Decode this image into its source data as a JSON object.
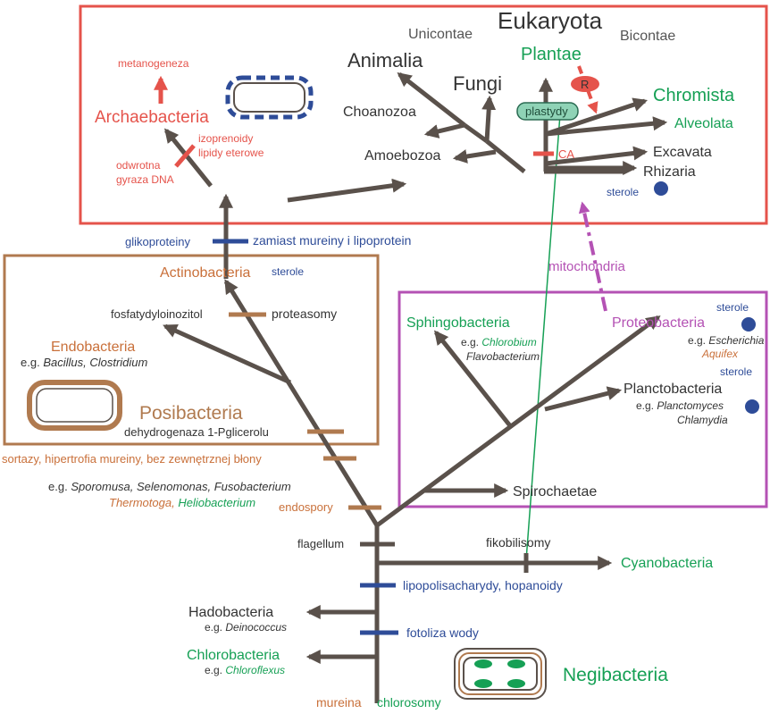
{
  "colors": {
    "branch": "#5a514b",
    "red": "#e5534b",
    "orange": "#c9703a",
    "tan": "#b07a4f",
    "green": "#16a055",
    "blue": "#2e4c98",
    "purple": "#b452b4",
    "dark": "#333333",
    "gray": "#555555"
  },
  "eukaryota": {
    "title": "Eukaryota",
    "unicontae": "Unicontae",
    "bicontae": "Bicontae",
    "animalia": "Animalia",
    "fungi": "Fungi",
    "choanozoa": "Choanozoa",
    "amoebozoa": "Amoebozoa",
    "plantae": "Plantae",
    "plastydy": "plastydy",
    "r_label": "R",
    "chromista": "Chromista",
    "alveolata": "Alveolata",
    "excavata": "Excavata",
    "rhizaria": "Rhizaria",
    "ca": "CA",
    "sterole": "sterole"
  },
  "archaea": {
    "metanogeneza": "metanogeneza",
    "title": "Archaebacteria",
    "izoprenoidy": "izoprenoidy",
    "lipidy": "lipidy eterowe",
    "odwrotna": "odwrotna",
    "gyraza": "gyraza DNA"
  },
  "links": {
    "glikoproteiny": "glikoproteiny",
    "zamiast": "zamiast mureiny i lipoprotein",
    "mitochondria": "mitochondria"
  },
  "posibacteria": {
    "actinobacteria": "Actinobacteria",
    "sterole": "sterole",
    "fosfatydylo": "fosfatydyloinozitol",
    "proteasomy": "proteasomy",
    "endobacteria": "Endobacteria",
    "eg": "e.g.",
    "bacillus": "Bacillus, Clostridium",
    "title": "Posibacteria",
    "dehydrogenaza": "dehydrogenaza 1-Pglicerolu",
    "sortazy": "sortazy, hipertrofia mureiny, bez zewnętrznej błony",
    "sporomusa": "Sporomusa, Selenomonas, Fusobacterium",
    "thermotoga": "Thermotoga,",
    "heliobacterium": "Heliobacterium",
    "endospory": "endospory"
  },
  "proteo": {
    "sphingobacteria": "Sphingobacteria",
    "eg": "e.g.",
    "chlorobium": "Chlorobium",
    "flavobacterium": "Flavobacterium",
    "proteobacteria": "Proteobacteria",
    "sterole1": "sterole",
    "escherichia": "Escherichia",
    "aquifex": "Aquifex",
    "sterole2": "sterole",
    "planctobacteria": "Planctobacteria",
    "planctomyces": "Planctomyces",
    "chlamydia": "Chlamydia",
    "spirochaetae": "Spirochaetae"
  },
  "negibacteria": {
    "flagellum": "flagellum",
    "fikobilisomy": "fikobilisomy",
    "cyanobacteria": "Cyanobacteria",
    "lipopolisacharydy": "lipopolisacharydy, hopanoidy",
    "hadobacteria": "Hadobacteria",
    "eg": "e.g.",
    "deinococcus": "Deinococcus",
    "fotoliza": "fotoliza wody",
    "chlorobacteria": "Chlorobacteria",
    "chloroflexus": "Chloroflexus",
    "title": "Negibacteria",
    "mureina": "mureina",
    "chlorosomy": "chlorosomy"
  }
}
